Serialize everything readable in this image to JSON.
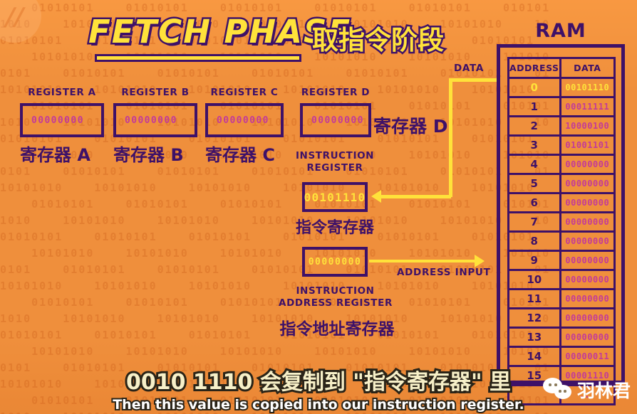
{
  "title": {
    "english": "FETCH PHASE",
    "chinese": "取指令阶段"
  },
  "colors": {
    "background": "#ef8f3c",
    "ink": "#3e1168",
    "highlight": "#ffe23a",
    "value": "#c23a9a"
  },
  "registers": [
    {
      "title": "REGISTER A",
      "value": "00000000",
      "chinese": "寄存器 A"
    },
    {
      "title": "REGISTER B",
      "value": "00000000",
      "chinese": "寄存器 B"
    },
    {
      "title": "REGISTER C",
      "value": "00000000",
      "chinese": "寄存器 C"
    },
    {
      "title": "REGISTER D",
      "value": "00000000",
      "chinese": "寄存器 D"
    }
  ],
  "instruction_register": {
    "label_line1": "INSTRUCTION",
    "label_line2": "REGISTER",
    "value": "00101110",
    "chinese": "指令寄存器"
  },
  "instruction_address_register": {
    "label_line1": "INSTRUCTION",
    "label_line2": "ADDRESS REGISTER",
    "value": "00000000",
    "chinese": "指令地址寄存器"
  },
  "wires": {
    "data_label": "DATA",
    "address_input_label": "ADDRESS INPUT"
  },
  "ram": {
    "title": "RAM",
    "columns": [
      "ADDRESS",
      "DATA"
    ],
    "rows": [
      {
        "address": "0",
        "data": "00101110",
        "active": true
      },
      {
        "address": "1",
        "data": "00011111",
        "active": false
      },
      {
        "address": "2",
        "data": "10000100",
        "active": false
      },
      {
        "address": "3",
        "data": "01001101",
        "active": false
      },
      {
        "address": "4",
        "data": "00000000",
        "active": false
      },
      {
        "address": "5",
        "data": "00000000",
        "active": false
      },
      {
        "address": "6",
        "data": "00000000",
        "active": false
      },
      {
        "address": "7",
        "data": "00000000",
        "active": false
      },
      {
        "address": "8",
        "data": "00000000",
        "active": false
      },
      {
        "address": "9",
        "data": "00000000",
        "active": false
      },
      {
        "address": "10",
        "data": "00000000",
        "active": false
      },
      {
        "address": "11",
        "data": "00000000",
        "active": false
      },
      {
        "address": "12",
        "data": "00000000",
        "active": false
      },
      {
        "address": "13",
        "data": "00000000",
        "active": false
      },
      {
        "address": "14",
        "data": "00000011",
        "active": false
      },
      {
        "address": "15",
        "data": "00001110",
        "active": false
      },
      {
        "address": "",
        "data": "...",
        "active": false
      }
    ]
  },
  "caption": {
    "chinese": "0010 1110 会复制到 \"指令寄存器\" 里",
    "english": "Then this value is copied into our instruction register."
  },
  "watermark": {
    "name": "羽林君"
  }
}
